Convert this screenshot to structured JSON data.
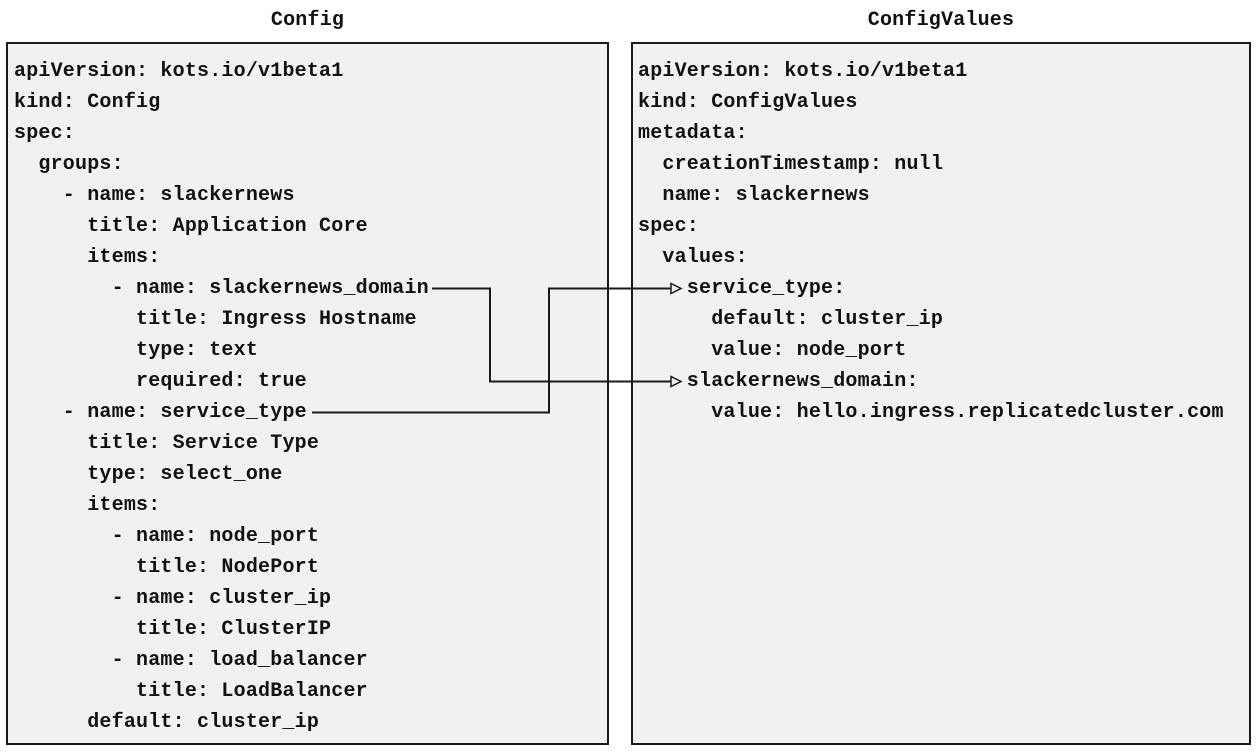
{
  "diagram": {
    "left_panel": {
      "title": "Config",
      "yaml_lines": [
        "apiVersion: kots.io/v1beta1",
        "kind: Config",
        "spec:",
        "  groups:",
        "    - name: slackernews",
        "      title: Application Core",
        "      items:",
        "        - name: slackernews_domain",
        "          title: Ingress Hostname",
        "          type: text",
        "          required: true",
        "    - name: service_type",
        "      title: Service Type",
        "      type: select_one",
        "      items:",
        "        - name: node_port",
        "          title: NodePort",
        "        - name: cluster_ip",
        "          title: ClusterIP",
        "        - name: load_balancer",
        "          title: LoadBalancer",
        "      default: cluster_ip"
      ]
    },
    "right_panel": {
      "title": "ConfigValues",
      "yaml_lines": [
        "apiVersion: kots.io/v1beta1",
        "kind: ConfigValues",
        "metadata:",
        "  creationTimestamp: null",
        "  name: slackernews",
        "spec:",
        "  values:",
        "    service_type:",
        "      default: cluster_ip",
        "      value: node_port",
        "    slackernews_domain:",
        "      value: hello.ingress.replicatedcluster.com"
      ]
    },
    "connections": [
      {
        "from": "Config item slackernews_domain",
        "to": "ConfigValues values.slackernews_domain"
      },
      {
        "from": "Config item service_type",
        "to": "ConfigValues values.service_type"
      }
    ]
  },
  "colors": {
    "background": "#ffffff",
    "box_fill": "#f1f1f1",
    "box_border": "#1a1a1a",
    "line": "#1a1a1a",
    "text": "#111111"
  }
}
